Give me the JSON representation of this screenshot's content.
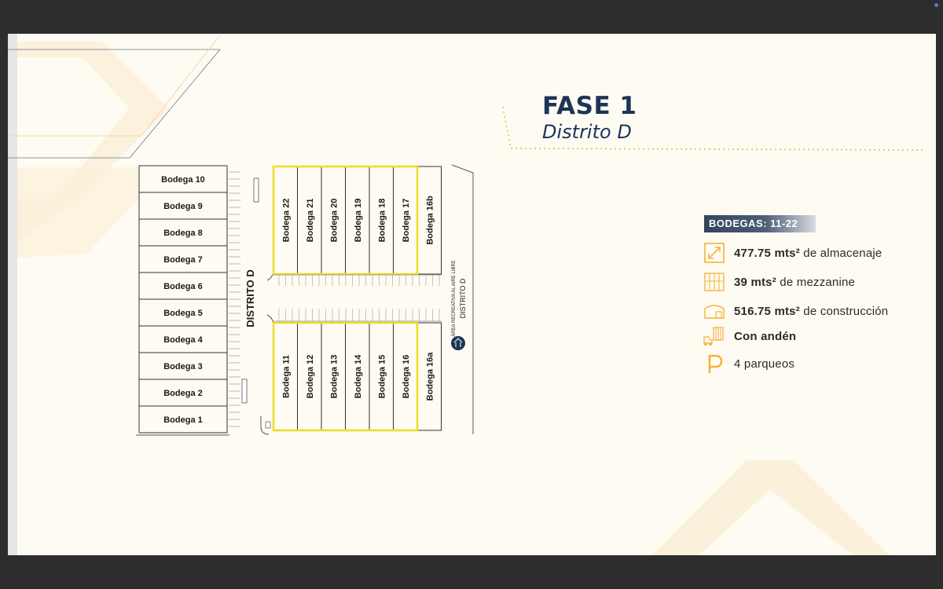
{
  "header": {
    "title": "FASE 1",
    "subtitle": "Distrito D"
  },
  "map": {
    "left_column": [
      "Bodega 10",
      "Bodega 9",
      "Bodega 8",
      "Bodega 7",
      "Bodega 6",
      "Bodega 5",
      "Bodega 4",
      "Bodega 3",
      "Bodega 2",
      "Bodega 1"
    ],
    "top_row": [
      "Bodega 22",
      "Bodega 21",
      "Bodega 20",
      "Bodega 19",
      "Bodega 18",
      "Bodega 17",
      "Bodega 16b"
    ],
    "bottom_row": [
      "Bodega 11",
      "Bodega 12",
      "Bodega 13",
      "Bodega 14",
      "Bodega 15",
      "Bodega 16",
      "Bodega 16a"
    ],
    "street_label": "DISTRITO D",
    "area_label_small": "ÁREA RECREATIVA AL AIRE LIBRE",
    "area_label": "DISTRITO D"
  },
  "specs": {
    "badge": "BODEGAS:  11-22",
    "items": [
      {
        "value": "477.75 mts²",
        "label": " de almacenaje",
        "icon": "expand-icon"
      },
      {
        "value": "39 mts²",
        "label": " de mezzanine",
        "icon": "mezzanine-icon"
      },
      {
        "value": "516.75 mts²",
        "label": " de construcción",
        "icon": "warehouse-icon"
      },
      {
        "value": "Con andén",
        "label": "",
        "icon": "forklift-icon"
      },
      {
        "value": "4",
        "label": " parqueos",
        "icon": "parking-icon"
      }
    ]
  },
  "colors": {
    "accent": "#f4b23a",
    "highlight": "#ecdd2a",
    "navy": "#1c3557"
  }
}
